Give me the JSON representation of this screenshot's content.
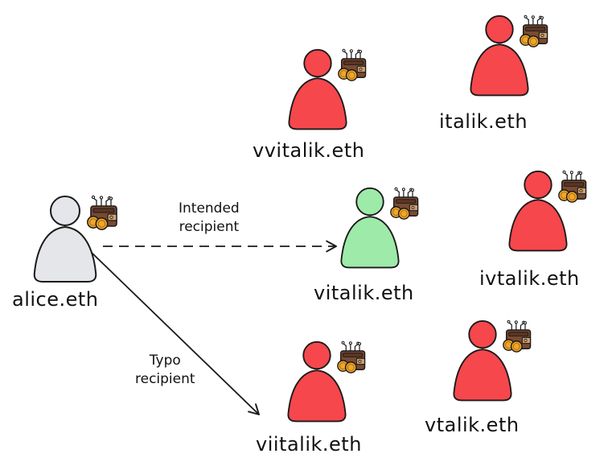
{
  "colors": {
    "sender_fill": "#e4e6ea",
    "intended_fill": "#9eeaa9",
    "impostor_fill": "#f5474c",
    "outline": "#1a1a1a",
    "wallet_brown": "#7a4a32",
    "coin_gold": "#f0a62a"
  },
  "icons": {
    "person": "person-icon",
    "wallet": "wallet-icon",
    "coin": "coin-icon"
  },
  "sender": {
    "name": "alice.eth"
  },
  "intended": {
    "name": "vitalik.eth"
  },
  "impostors": [
    {
      "name": "vvitalik.eth"
    },
    {
      "name": "italik.eth"
    },
    {
      "name": "ivtalik.eth"
    },
    {
      "name": "viitalik.eth"
    },
    {
      "name": "vtalik.eth"
    }
  ],
  "edges": {
    "intended": {
      "line1": "Intended",
      "line2": "recipient"
    },
    "typo": {
      "line1": "Typo",
      "line2": "recipient"
    }
  }
}
